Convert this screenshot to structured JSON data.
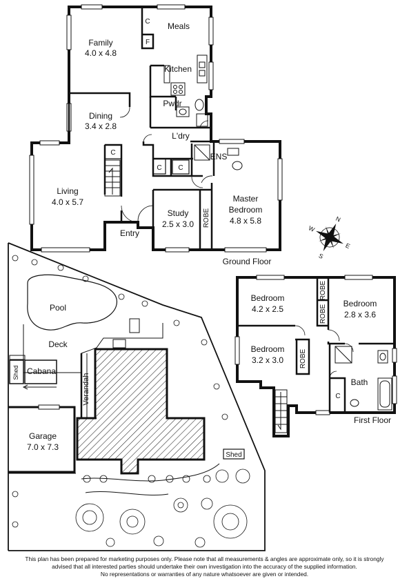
{
  "ground_floor": {
    "caption": "Ground Floor",
    "rooms": {
      "family": {
        "name": "Family",
        "size": "4.0 x 4.8"
      },
      "meals": {
        "name": "Meals"
      },
      "kitchen": {
        "name": "Kitchen"
      },
      "dining": {
        "name": "Dining",
        "size": "3.4 x 2.8"
      },
      "pwdr": {
        "name": "Pwdr"
      },
      "laundry": {
        "name": "L'dry"
      },
      "ens": {
        "name": "ENS"
      },
      "living": {
        "name": "Living",
        "size": "4.0 x 5.7"
      },
      "entry": {
        "name": "Entry"
      },
      "study": {
        "name": "Study",
        "size": "2.5 x 3.0"
      },
      "robe": {
        "name": "ROBE"
      },
      "master": {
        "name_line1": "Master",
        "name_line2": "Bedroom",
        "size": "4.8 x 5.8"
      }
    },
    "cupboard_c": "C",
    "cupboard_f": "F"
  },
  "first_floor": {
    "caption": "First Floor",
    "rooms": {
      "bed1": {
        "name": "Bedroom",
        "size": "4.2 x 2.5"
      },
      "bed2": {
        "name": "Bedroom",
        "size": "2.8 x 3.6"
      },
      "bed3": {
        "name": "Bedroom",
        "size": "3.2 x 3.0"
      },
      "bath": {
        "name": "Bath"
      },
      "robe": "ROBE"
    },
    "cupboard_c": "C"
  },
  "site": {
    "pool": "Pool",
    "deck": "Deck",
    "cabana": "Cabana",
    "shed": "Shed",
    "verandah": "Verandah",
    "garage": {
      "name": "Garage",
      "size": "7.0 x 7.3"
    }
  },
  "compass": {
    "n": "N",
    "s": "S",
    "e": "E",
    "w": "W"
  },
  "disclaimer": [
    "This plan has been prepared for marketing purposes only. Please note that all measurements & angles are approximate only, so it is strongly",
    "advised that all interested parties should undertake their own investigation into the accuracy of the supplied information.",
    "No representations or warranties of any nature whatsoever are given or intended."
  ]
}
